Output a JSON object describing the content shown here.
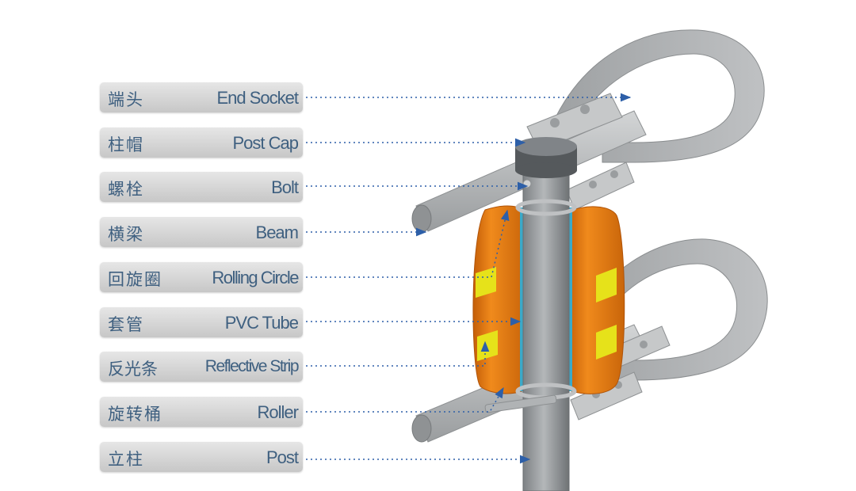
{
  "labels": [
    {
      "cn": "端头",
      "en": "End Socket"
    },
    {
      "cn": "柱帽",
      "en": "Post Cap"
    },
    {
      "cn": "螺栓",
      "en": "Bolt"
    },
    {
      "cn": "横梁",
      "en": "Beam"
    },
    {
      "cn": "回旋圈",
      "en": "Rolling Circle"
    },
    {
      "cn": "套管",
      "en": "PVC Tube"
    },
    {
      "cn": "反光条",
      "en": "Reflective Strip"
    },
    {
      "cn": "旋转桶",
      "en": "Roller"
    },
    {
      "cn": "立柱",
      "en": "Post"
    }
  ],
  "colors": {
    "label_text": "#3f6080",
    "leader_line": "#2d5fa8",
    "roller_orange": "#e07a12",
    "reflective_yellow": "#e6e21a",
    "pvc_tube_blue": "#3aa9c9",
    "steel_gray": "#a9acae"
  }
}
